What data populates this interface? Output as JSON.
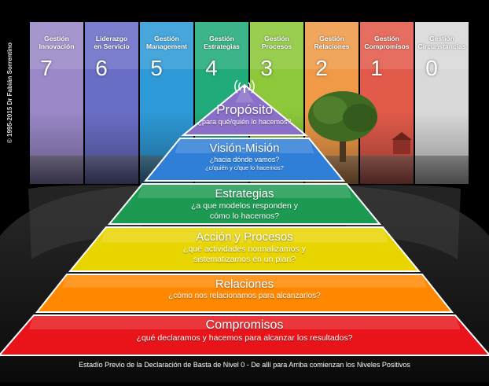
{
  "copyright": "© 1995-2015 Dr Fabián Sorrentino",
  "panels": [
    {
      "label": "Gestión\nInnovación",
      "number": "7",
      "color": "#9a88c8"
    },
    {
      "label": "Liderazgo\nen Servicio",
      "number": "6",
      "color": "#6a6ec6"
    },
    {
      "label": "Gestión\nManagement",
      "number": "5",
      "color": "#2e9ad8"
    },
    {
      "label": "Gestión\nEstrategias",
      "number": "4",
      "color": "#22ab7a"
    },
    {
      "label": "Gestión\nProcesos",
      "number": "3",
      "color": "#8cc83a"
    },
    {
      "label": "Gestión\nRelaciones",
      "number": "2",
      "color": "#f09a48"
    },
    {
      "label": "Gestión\nCompromisos",
      "number": "1",
      "color": "#e25a4a"
    },
    {
      "label": "Gestión\nCircunstancias",
      "number": "0",
      "color": "#d9d9d9"
    }
  ],
  "levels": [
    {
      "title": "Propósito",
      "subtitle": "¿para qué/quién lo hacemos?",
      "color": "#8a6fc8"
    },
    {
      "title": "Visión-Misión",
      "subtitle": "¿hacia dónde vamos?",
      "subtitle2": "¿c/quién y c/que lo hacemos?",
      "color": "#2f7fd8"
    },
    {
      "title": "Estrategias",
      "subtitle": "¿a que modelos responden y",
      "subtitle2": "cómo lo hacemos?",
      "color": "#1d9a52"
    },
    {
      "title": "Acción y Procesos",
      "subtitle": "¿qué actividades normalizamos y",
      "subtitle2": "sistematizamos en un plan?",
      "color": "#e8d500"
    },
    {
      "title": "Relaciones",
      "subtitle": "¿cómo nos relacionamos para alcanzarlos?",
      "color": "#ff8800"
    },
    {
      "title": "Compromisos",
      "subtitle": "¿qué declaramos y hacemos para alcanzar los resultados?",
      "color": "#e8141a"
    }
  ],
  "footer": "Estadío Previo de la Declaración de Basta de Nivel 0 - De allí para Arriba comienzan los Niveles Positivos"
}
